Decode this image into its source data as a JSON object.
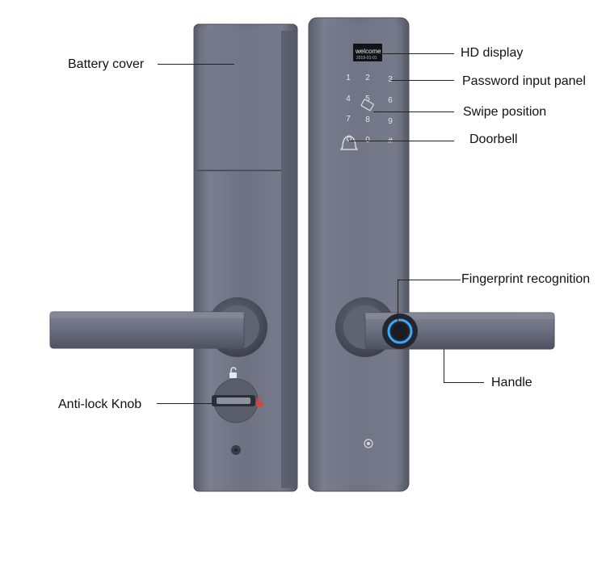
{
  "labels": {
    "battery_cover": "Battery cover",
    "hd_display": "HD display",
    "password_panel": "Password input panel",
    "swipe_position": "Swipe position",
    "doorbell": "Doorbell",
    "fingerprint": "Fingerprint recognition",
    "handle": "Handle",
    "anti_lock_knob": "Anti-lock Knob"
  },
  "screen": {
    "message": "welcome",
    "date": "2019-01-01"
  },
  "keypad": {
    "keys": [
      "1",
      "2",
      "3",
      "4",
      "5",
      "6",
      "7",
      "8",
      "9",
      "0",
      "#"
    ]
  },
  "icons": {
    "doorbell": "bell-icon",
    "swipe": "card-swipe-icon",
    "fingerprint": "fingerprint-sensor-icon",
    "unlock": "unlock-padlock-icon",
    "lock": "lock-padlock-icon",
    "keyhole": "keyhole-icon",
    "logo": "brand-logo-icon"
  },
  "colors": {
    "body_metal": "#6f7383",
    "body_dark": "#4b4e5c",
    "fingerprint_ring": "#3aa8ff"
  }
}
